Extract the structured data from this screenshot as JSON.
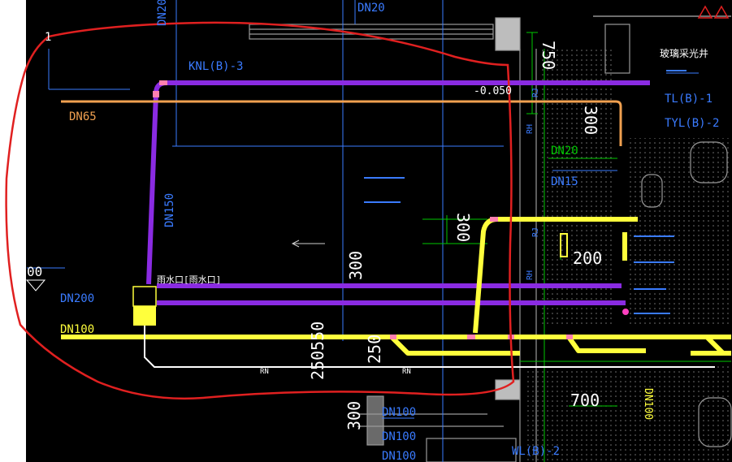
{
  "labels": {
    "ref_1": "1",
    "dn20_top_left": "DN20",
    "dn20_top": "DN20",
    "knl": "KNL(B)-3",
    "dn65": "DN65",
    "elev": "-0.050",
    "dim_750": "750",
    "dim_300_right": "300",
    "dn20_right": "DN20",
    "dn15": "DN15",
    "dn150": "DN150",
    "dim_300_mid": "300",
    "dim_300_center": "300",
    "rain_outlet": "雨水口[雨水口]",
    "dn200": "DN200",
    "dn100": "DN100",
    "dim_250550": "250550",
    "dim_250": "250",
    "dim_200": "200",
    "dim_700": "700",
    "dn100_b1": "DN100",
    "dn100_b2": "DN100",
    "dn100_b3": "DN100",
    "dn100_right": "DN100",
    "dim_300_bottom": "300",
    "wl": "WL(B)-2",
    "tl": "TL(B)-1",
    "tyl": "TYL(B)-2",
    "glass": "玻璃采光井",
    "dim_00": "00",
    "rn1": "RN",
    "rn2": "RN",
    "rj1": "RJ",
    "rh1": "RH",
    "rj2": "RJ",
    "rh2": "RH"
  },
  "colors": {
    "background": "#000000",
    "purple_pipe": "#8a2be2",
    "orange_pipe": "#f0a050",
    "yellow_pipe": "#ffff3c",
    "white_pipe": "#ffffff",
    "blue_text": "#3a7bff",
    "green_line": "#00c800",
    "red_markup": "#e02020",
    "pink_joint": "#ff80b0"
  }
}
